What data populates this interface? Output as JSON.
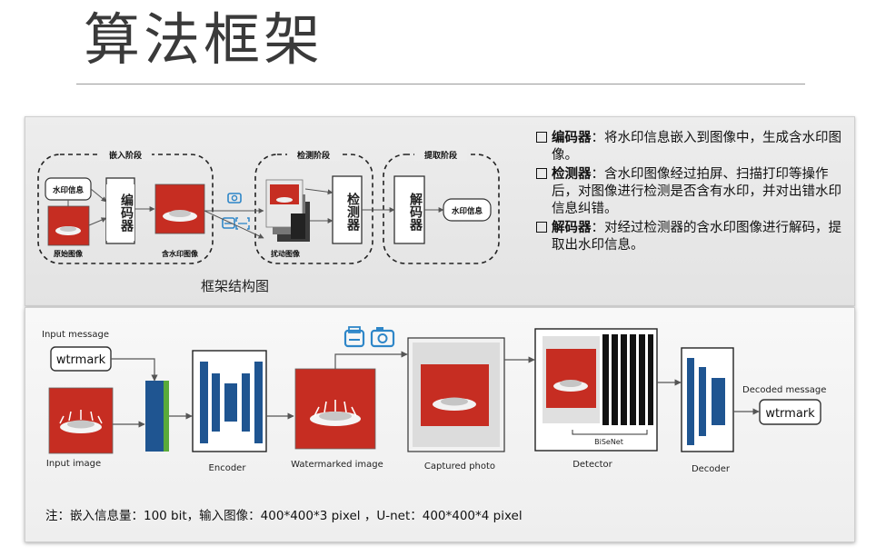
{
  "title": "算法框架",
  "top_diagram": {
    "stage_labels": [
      "嵌入阶段",
      "检测阶段",
      "提取阶段"
    ],
    "watermark_info": "水印信息",
    "original_image": "原始图像",
    "encoder": "编码器",
    "watermarked_image": "含水印图像",
    "disturbed_image": "扰动图像",
    "detector": "检测器",
    "decoder": "解码器",
    "watermark_info_out": "水印信息",
    "caption": "框架结构图"
  },
  "description": [
    {
      "term": "编码器",
      "text": "：将水印信息嵌入到图像中，生成含水印图像。"
    },
    {
      "term": "检测器",
      "text": "：含水印图像经过拍屏、扫描打印等操作后，对图像进行检测是否含有水印，并对出错水印信息纠错。"
    },
    {
      "term": "解码器",
      "text": "：对经过检测器的含水印图像进行解码，提取出水印信息。"
    }
  ],
  "bottom_diagram": {
    "input_message": "Input message",
    "wtrmark_in": "wtrmark",
    "input_image": "Input image",
    "encoder": "Encoder",
    "watermarked_image": "Watermarked image",
    "captured_photo": "Captured photo",
    "bisenet": "BiSeNet",
    "detector": "Detector",
    "decoder": "Decoder",
    "decoded_message": "Decoded message",
    "wtrmark_out": "wtrmark"
  },
  "note": "注：嵌入信息量：100 bit，输入图像：400*400*3 pixel ，U-net：400*400*4 pixel",
  "colors": {
    "encoder_blue": "#1f5591",
    "green": "#5aaa3a",
    "photo_red": "#c62d22",
    "icon_blue": "#2e86c8"
  }
}
